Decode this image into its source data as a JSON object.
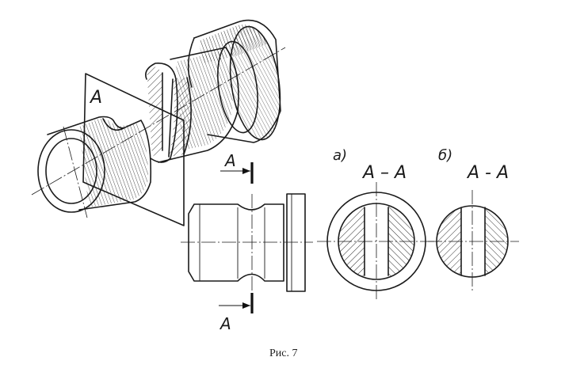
{
  "figure": {
    "plane_label": "A",
    "arrow_label_top": "A",
    "arrow_label_bottom": "A",
    "section_a": {
      "letter": "а)",
      "title": "А – А"
    },
    "section_b": {
      "letter": "б)",
      "title": "А - А"
    },
    "caption": "Рис. 7"
  }
}
